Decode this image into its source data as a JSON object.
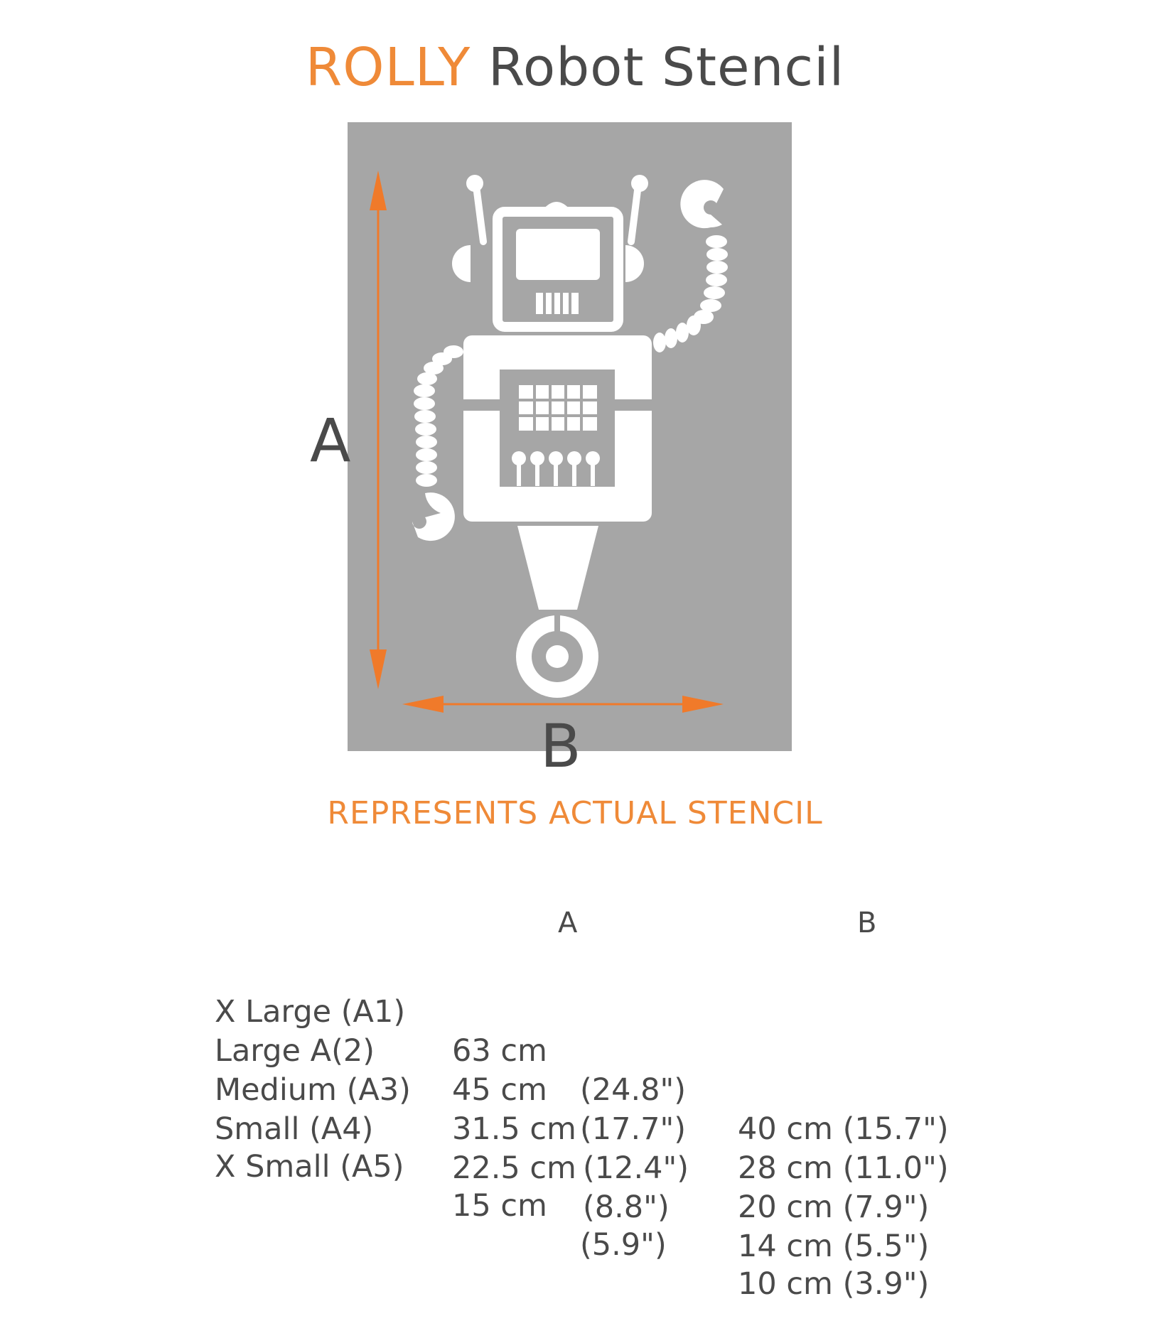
{
  "title": {
    "brand": "ROLLY",
    "rest": "Robot Stencil"
  },
  "dimension_labels": {
    "a": "A",
    "b": "B"
  },
  "subtitle": "REPRESENTS ACTUAL STENCIL",
  "colors": {
    "accent": "#ef8a38",
    "text": "#4a4a4a",
    "panel": "#a6a6a6",
    "robot": "#ffffff",
    "arrow": "#f07a2a"
  },
  "size_table": {
    "header_a": "A",
    "header_b": "B",
    "rows": [
      {
        "size": "X Large (A1)",
        "a_cm": "63 cm",
        "a_in": "(24.8\")",
        "b": "40 cm (15.7\")"
      },
      {
        "size": "Large A(2)",
        "a_cm": "45 cm",
        "a_in": "(17.7\")",
        "b": "28 cm (11.0\")"
      },
      {
        "size": "Medium (A3)",
        "a_cm": "31.5 cm",
        "a_in": "(12.4\")",
        "b": "20 cm (7.9\")"
      },
      {
        "size": "Small (A4)",
        "a_cm": "22.5 cm",
        "a_in": "(8.8\")",
        "b": "14 cm (5.5\")"
      },
      {
        "size": "X Small (A5)",
        "a_cm": "15 cm",
        "a_in": "(5.9\")",
        "b": "10 cm (3.9\")"
      }
    ]
  }
}
